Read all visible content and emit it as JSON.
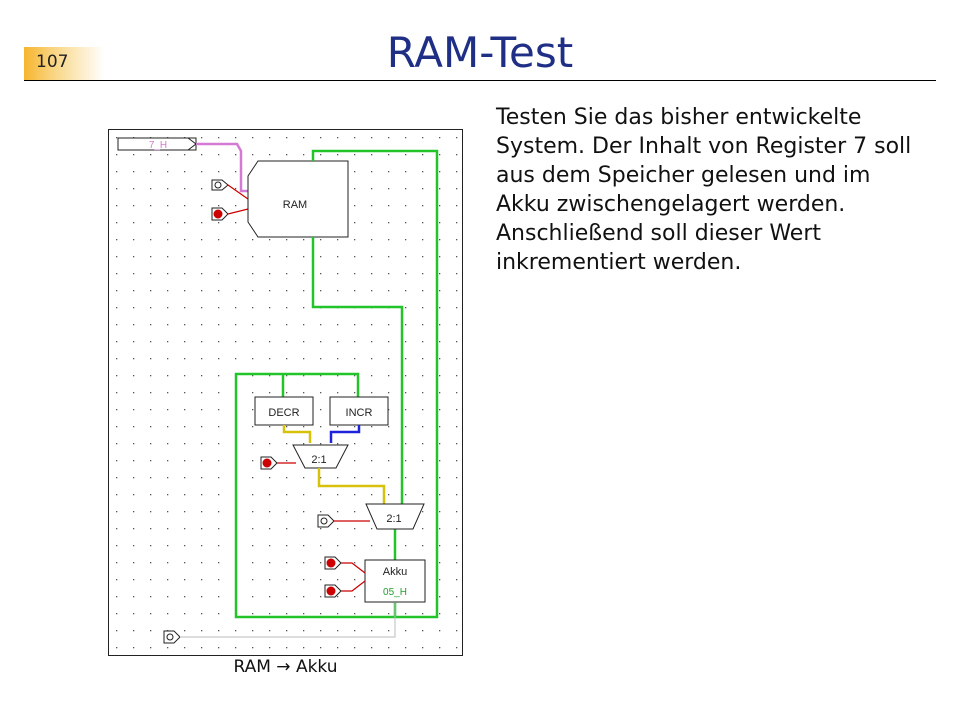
{
  "page": {
    "number": "107"
  },
  "slide": {
    "title": "RAM-Test"
  },
  "text": {
    "paragraph": "Testen Sie das bisher entwickelte System. Der Inhalt von Register 7 soll aus dem Speicher gelesen und im Akku zwischengelagert werden. Anschließend soll dieser Wert inkrementiert werden."
  },
  "circuit": {
    "address_display": "7_H",
    "ram_label": "RAM",
    "decr_label": "DECR",
    "incr_label": "INCR",
    "mux1_label": "2:1",
    "mux2_label": "2:1",
    "akku_label": "Akku",
    "akku_value": "05_H",
    "colors": {
      "bus": "#22c42a",
      "address_bus": "#d47ad4",
      "mux_bus_yellow": "#d6c20a",
      "mux_bus_blue": "#1e22d8",
      "control": "#cc0000",
      "led": "#cc0000"
    }
  },
  "caption": {
    "text": "RAM  → Akku"
  }
}
